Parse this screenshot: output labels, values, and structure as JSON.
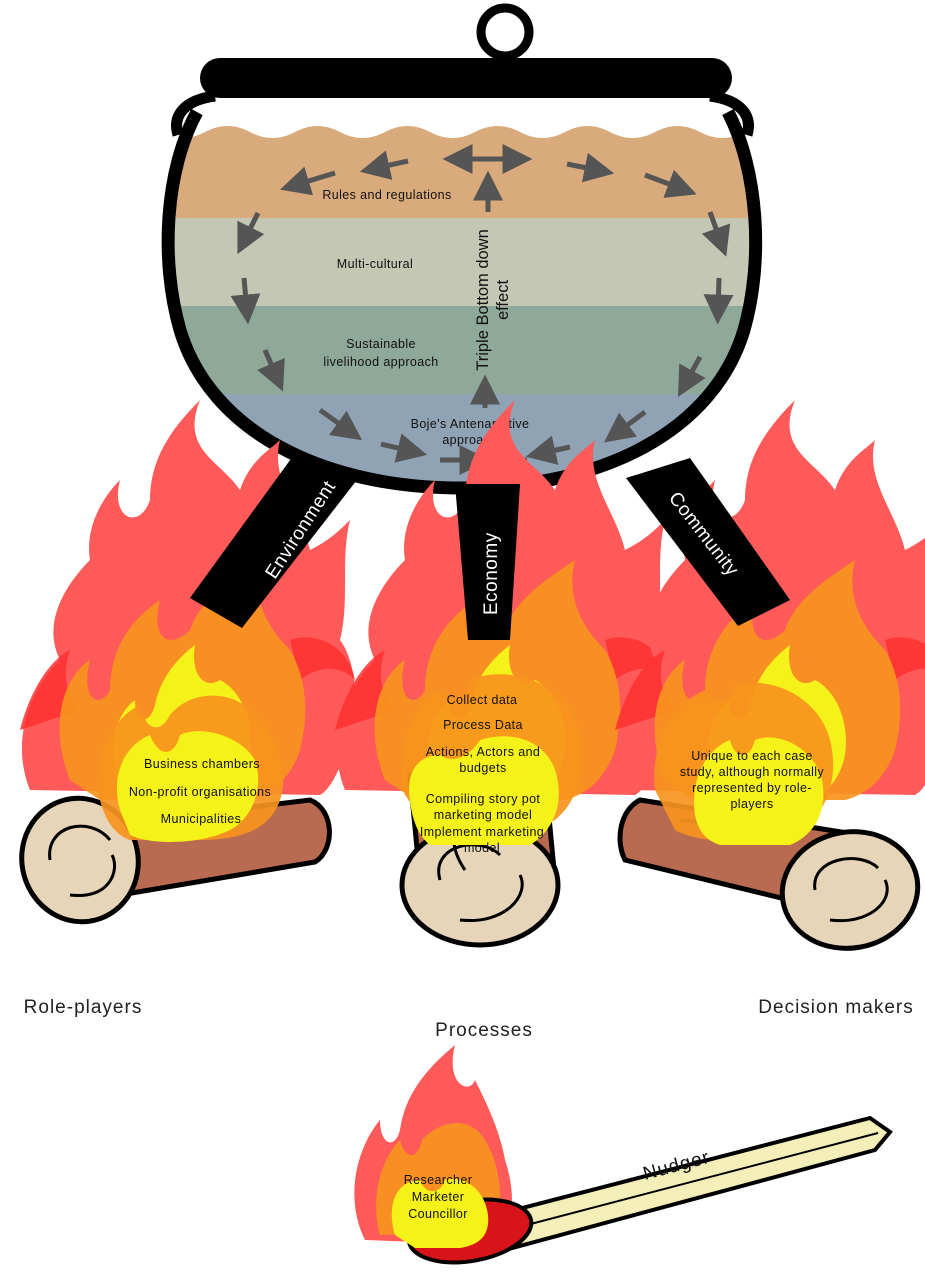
{
  "pot": {
    "layers": [
      {
        "label": "Rules and regulations",
        "color": "#d9ab7c"
      },
      {
        "label": "Multi-cultural",
        "color": "#c3c7b4"
      },
      {
        "label_lines": [
          "Sustainable",
          "livelihood approach"
        ],
        "color": "#8ea89a"
      },
      {
        "label_lines": [
          "Boje's Antenarrative",
          "approach"
        ],
        "color": "#8fa3b5"
      }
    ],
    "center_label": [
      "Triple Bottom down",
      "effect"
    ]
  },
  "legs": {
    "environment": "Environment",
    "economy": "Economy",
    "community": "Community"
  },
  "fires": {
    "role_players": {
      "items": [
        "Business chambers",
        "Non-profit organisations",
        "Municipalities"
      ],
      "caption": "Role-players"
    },
    "processes": {
      "items": [
        "Collect data",
        "Process Data",
        "Actions, Actors and",
        "budgets",
        "Compiling story pot",
        "marketing model",
        "Implement marketing",
        "model"
      ],
      "caption": "Processes"
    },
    "decision_makers": {
      "items": [
        "Unique to each case",
        "study, although normally",
        "represented by role-",
        "players"
      ],
      "caption": "Decision makers"
    }
  },
  "match": {
    "items": [
      "Researcher",
      "Marketer",
      "Councillor"
    ],
    "label": "Nudger"
  },
  "colors": {
    "flame_outer": "#ff5a5a",
    "flame_mid": "#f7941d",
    "flame_inner": "#f5f21a",
    "log": "#b86b50",
    "log_end": "#e6d5b8"
  }
}
